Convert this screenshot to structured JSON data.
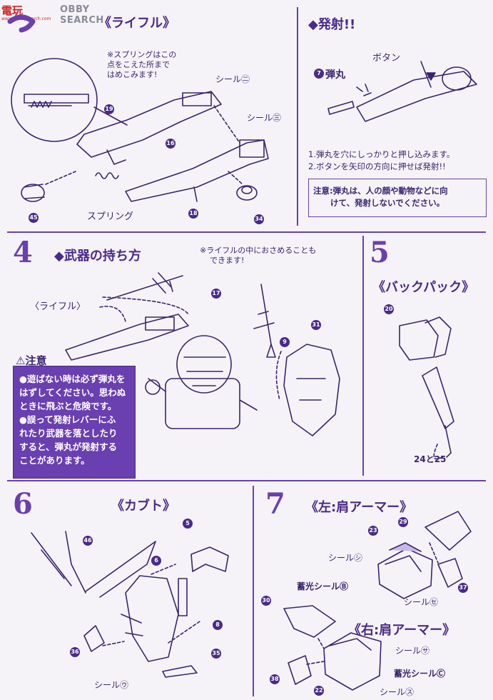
{
  "watermark": {
    "logo": "電玩",
    "search": "OBBY SEARCH",
    "url": "www.hobbysearch.com"
  },
  "colors": {
    "accent": "#6a3fb0",
    "ink": "#3a2470",
    "panel": "#6a3fb0"
  },
  "step3": {
    "title": "《ライフル》",
    "note": "※スプリングはこの\n点をこえた所まで\nはめこみます!",
    "seal_top": "シール㊁",
    "seal_right": "シール㊂",
    "spring_label": "スプリング",
    "parts": [
      "19",
      "16",
      "45",
      "18",
      "34"
    ]
  },
  "fire": {
    "title": "◆発射!!",
    "button_label": "ボタン",
    "bullet_num": "7",
    "bullet_label": "弾丸",
    "instructions": "1.弾丸を穴にしっかりと押し込みます。\n2.ボタンを矢印の方向に押せば発射!!",
    "warning": "注意:弾丸は、人の顔や動物などに向\n      けて、発射しないでください。"
  },
  "step4": {
    "number": "4",
    "title": "◆武器の持ち方",
    "note": "※ライフルの中におさめることも\n    できます!",
    "rifle_label": "〈ライフル〉",
    "parts": [
      "17",
      "9",
      "31"
    ],
    "warning_head": "⚠注意",
    "warning_body": "●遊ばない時は必ず弾丸を\nはずしてください。思わぬ\nときに飛ぶと危険です。\n●誤って発射レバーにふ\nれたり武器を落としたり\nすると、弾丸が発射する\nことがあります。"
  },
  "step5": {
    "number": "5",
    "title": "《バックパック》",
    "parts": [
      "20"
    ],
    "label_bottom": "24と25"
  },
  "step6": {
    "number": "6",
    "title": "《カブト》",
    "parts": [
      "46",
      "6",
      "5",
      "8",
      "36",
      "35"
    ],
    "seal": "シール㋒"
  },
  "step7": {
    "number": "7",
    "title_left": "《左:肩アーマー》",
    "title_right": "《右:肩アーマー》",
    "parts": [
      "29",
      "23",
      "37",
      "30",
      "38",
      "22"
    ],
    "seal_shi": "シール㋛",
    "seal_b": "蓄光シールⒷ",
    "seal_se": "シール㋝",
    "seal_sa": "シール㋚",
    "seal_c": "蓄光シールⒸ",
    "seal_su": "シール㋜"
  }
}
